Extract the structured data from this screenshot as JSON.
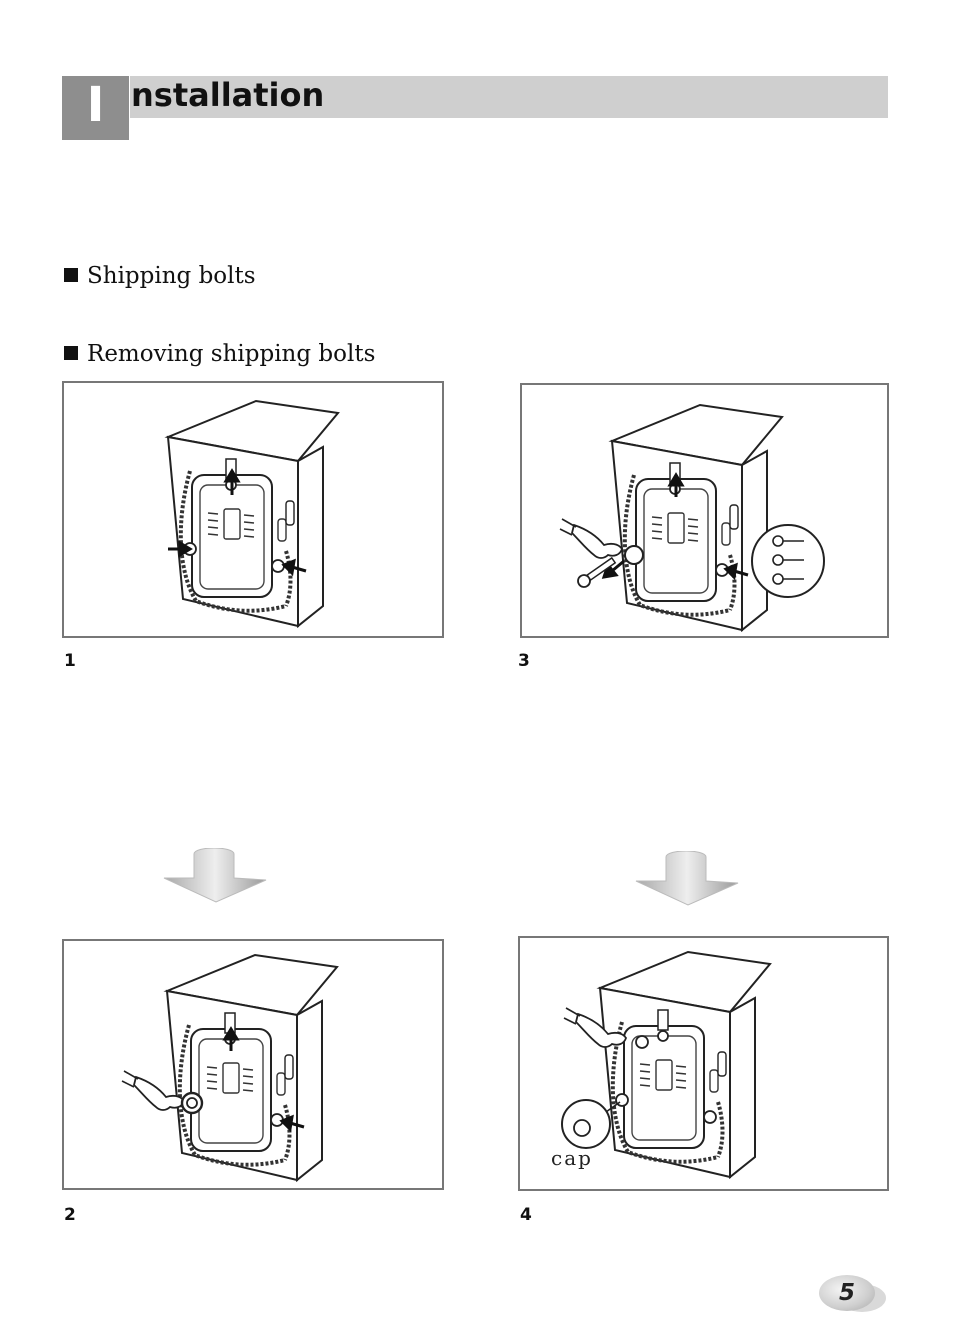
{
  "header": {
    "letter": "I",
    "title": "nstallation"
  },
  "sections": {
    "shipping_bolts": "Shipping bolts",
    "removing_bolts": "Removing shipping bolts"
  },
  "steps": [
    {
      "number": "1"
    },
    {
      "number": "2"
    },
    {
      "number": "3"
    },
    {
      "number": "4",
      "callout": "cap"
    }
  ],
  "footer": {
    "page_number": "5"
  }
}
